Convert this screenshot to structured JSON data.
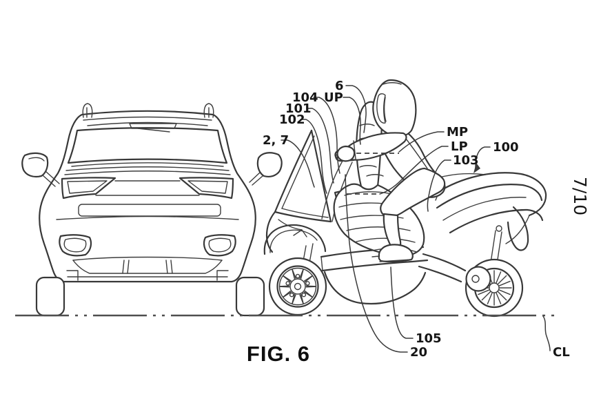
{
  "figure": {
    "caption": "FIG. 6",
    "sheet_number": "7/10",
    "callouts": {
      "c6": "6",
      "c104": "104",
      "cUP": "UP",
      "c101": "101",
      "c102": "102",
      "c2_7": "2, 7",
      "cMP": "MP",
      "cLP": "LP",
      "c103": "103",
      "c100": "100",
      "c105": "105",
      "c20": "20",
      "cCL": "CL"
    },
    "colors": {
      "line": "#383838",
      "background": "#ffffff",
      "text": "#161616",
      "ground_line": "#4f4f4f"
    }
  }
}
